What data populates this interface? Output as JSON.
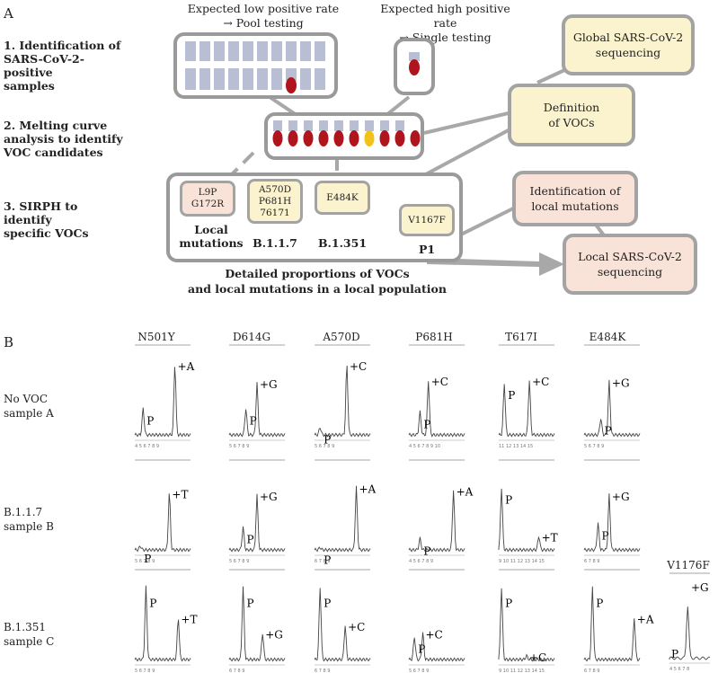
{
  "panel_a": {
    "letter": "A",
    "steps": [
      "1. Identification of\nSARS-CoV-2-positive\nsamples",
      "2. Melting curve\nanalysis to identify\nVOC candidates",
      "3. SIRPH to identify\nspecific VOCs"
    ],
    "pool_header": "Expected low positive rate\n→ Pool testing",
    "single_header": "Expected high positive rate\n→ Single testing",
    "mutation_boxes": [
      {
        "text": "L9P\nG172R",
        "label": "Local\nmutations"
      },
      {
        "text": "A570D\nP681H\n76171",
        "label": "B.1.1.7"
      },
      {
        "text": "E484K",
        "label": "B.1.351"
      },
      {
        "text": "V1167F",
        "label": "P1"
      }
    ],
    "summary": "Detailed proportions of VOCs\nand local mutations in a local population",
    "right_boxes": {
      "global": "Global SARS-CoV-2\nsequencing",
      "definition": "Definition\nof VOCs",
      "identification": "Identification of\nlocal mutations",
      "local": "Local SARS-CoV-2\nsequencing"
    },
    "colors": {
      "tube": "#b8bfd4",
      "red": "#b0141c",
      "yellow": "#f2c21a",
      "frame": "#9a9a9a",
      "yellow_box": "#fbf3cd",
      "pink_box": "#f9e3d8"
    }
  },
  "panel_b": {
    "letter": "B",
    "genes": [
      "N501Y",
      "D614G",
      "A570D",
      "P681H",
      "T617I",
      "E484K"
    ],
    "extra_gene": "V1176F",
    "rows": [
      "No VOC\nsample A",
      "B.1.1.7\nsample B",
      "B.1.351\nsample C"
    ],
    "peak_labels": [
      [
        "+A",
        "+G",
        "+C",
        "+C",
        "+C",
        "+G"
      ],
      [
        "+T",
        "+G",
        "+A",
        "+A",
        "+T",
        "+G"
      ],
      [
        "+T",
        "+G",
        "+C",
        "+C",
        "+C",
        "+A"
      ]
    ],
    "extra_peak_label": "+G",
    "primer_label": "P",
    "tick_labels": [
      [
        "4 5 6 7 8 9",
        "5 6 7 8 9",
        "5 6 7 8 9",
        "4 5 6 7 8 9 10",
        "11 12 13 14 15",
        "5 6 7 8 9"
      ],
      [
        "5 6 7 8 9",
        "5 6 7 8 9",
        "6 7 8 9",
        "4 5 6 7 8 9",
        "9 10 11 12 13 14 15",
        "6 7 8 9"
      ],
      [
        "5 6 7 8 9",
        "6 7 8 9",
        "6 7 8 9",
        "5 6 7 8 9",
        "9 10 11 12 13 14 15",
        "6 7 8 9"
      ]
    ],
    "extra_tick_labels": "4 5 6 7 8"
  }
}
